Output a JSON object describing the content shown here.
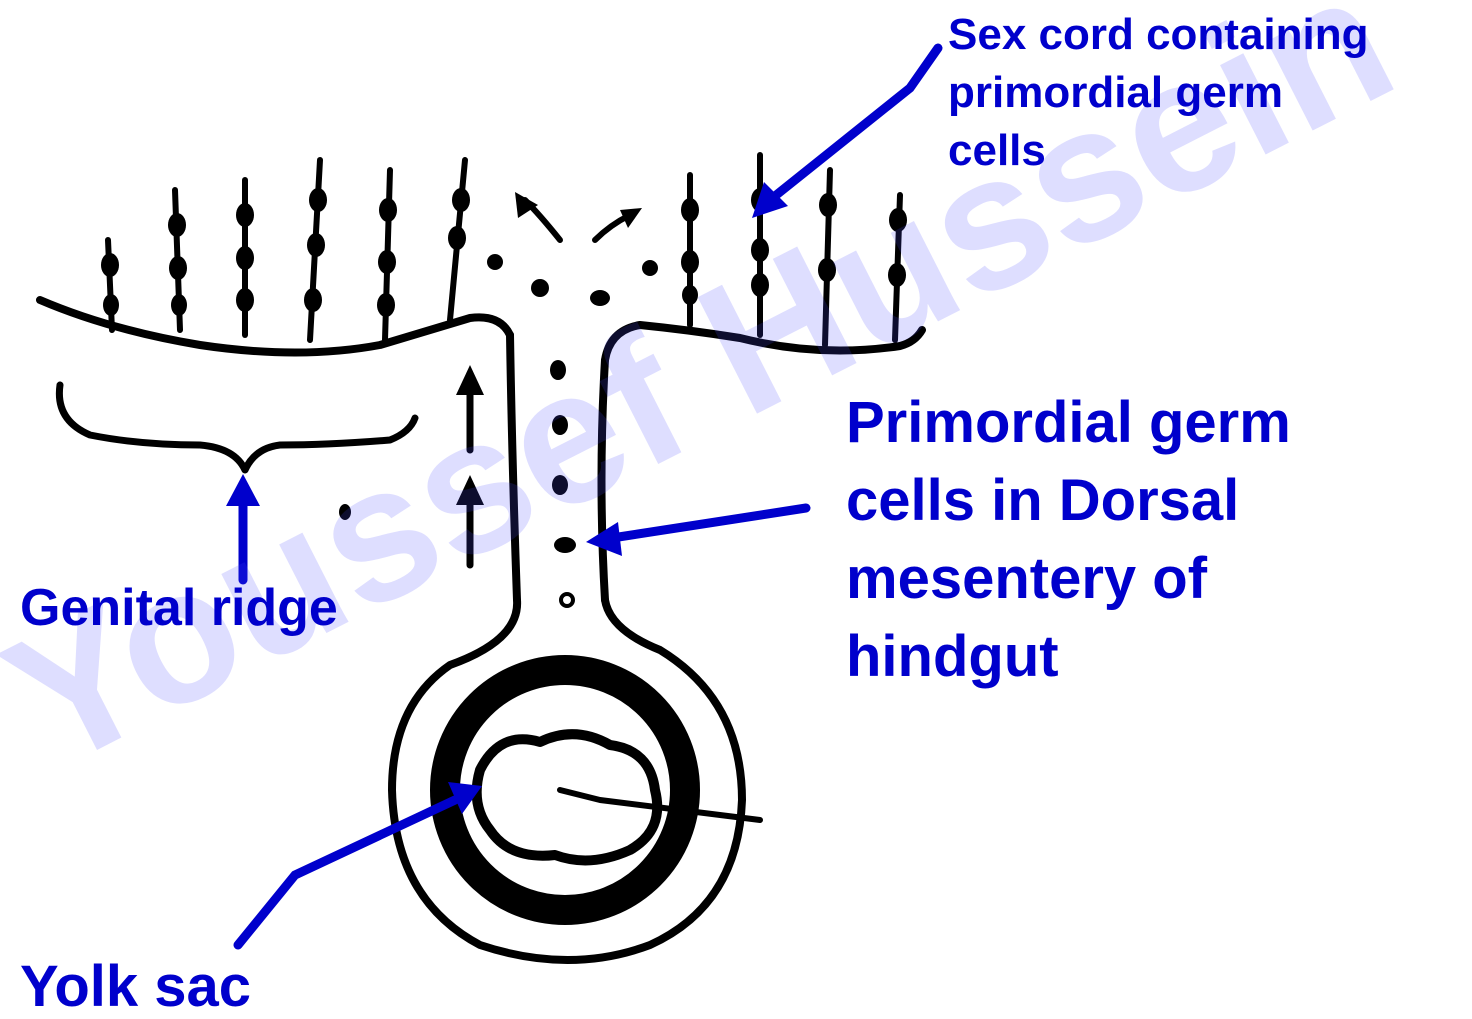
{
  "watermark": "Youssef Hussein",
  "labels": {
    "sex_cord": "Sex cord containing\nprimordial germ\ncells",
    "pgc_mesentery": "Primordial germ\ncells in Dorsal\nmesentery of\nhindgut",
    "genital_ridge": "Genital ridge",
    "yolk_sac": "Yolk sac"
  },
  "colors": {
    "label": "#0000cc",
    "arrow": "#0000cc",
    "drawing": "#000000"
  }
}
